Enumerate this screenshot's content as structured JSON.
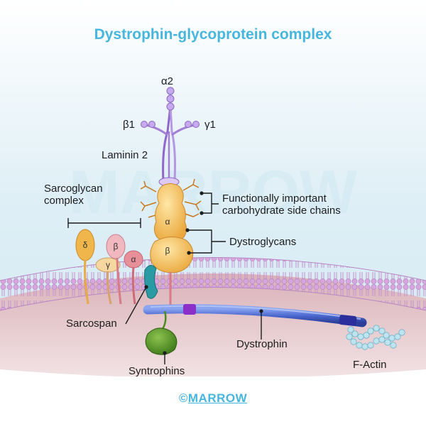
{
  "title": "Dystrophin-glycoprotein complex",
  "watermark": "MARROW",
  "labels": {
    "alpha2": "α2",
    "beta1": "β1",
    "gamma1": "γ1",
    "laminin": "Laminin 2",
    "sarcoglycan_line1": "Sarcoglycan",
    "sarcoglycan_line2": "complex",
    "carbo_line1": "Functionally important",
    "carbo_line2": "carbohydrate side chains",
    "dystroglycans": "Dystroglycans",
    "sarcospan": "Sarcospan",
    "dystrophin": "Dystrophin",
    "syntrophins": "Syntrophins",
    "factin": "F-Actin"
  },
  "subunit_glyphs": {
    "delta": "δ",
    "beta_sg": "β",
    "gamma_sg": "γ",
    "alpha_sg": "α",
    "alpha_dg": "α",
    "beta_dg": "β"
  },
  "footer": {
    "copyright": "©",
    "brand": "MARROW"
  },
  "colors": {
    "title": "#47b6df",
    "membrane": "#c79ad0",
    "laminin": "#a57fd6",
    "dystroglycan": "#f2bf55",
    "dystrophin": "#3f5ec4",
    "syntrophin": "#4d8b22",
    "sarcospan": "#2a9aa3",
    "factin": "#b9e3ee"
  }
}
